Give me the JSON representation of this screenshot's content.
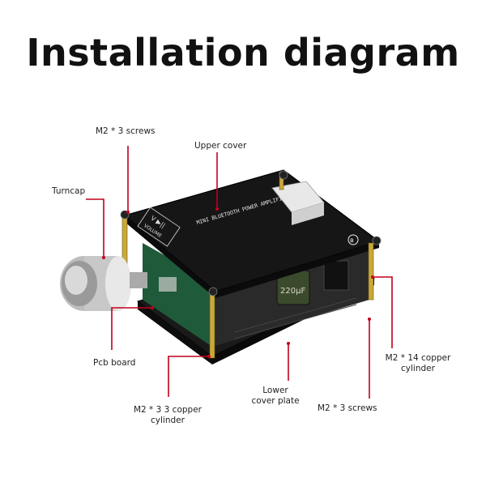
{
  "title": "Installation diagram",
  "labels": {
    "screws_top": "M2 * 3 screws",
    "upper_cover": "Upper cover",
    "turncap": "Turncap",
    "pcb_board": "Pcb board",
    "copper_cyl_14_line1": "M2 * 14 copper",
    "copper_cyl_14_line2": "cylinder",
    "lower_cover_line1": "Lower",
    "lower_cover_line2": "cover plate",
    "copper_cyl_33_line1": "M2 * 3 3 copper",
    "copper_cyl_33_line2": "cylinder",
    "screws_bottom": "M2 * 3 screws"
  },
  "device_print": {
    "cover_text": "MINI BLUETOOTH POWER AMPLIFIER 30W",
    "volume": "VOLUME",
    "capacitor": "220μF"
  },
  "colors": {
    "callout": "#c2001a",
    "cover": "#141414",
    "standoff": "#c9a93a"
  }
}
